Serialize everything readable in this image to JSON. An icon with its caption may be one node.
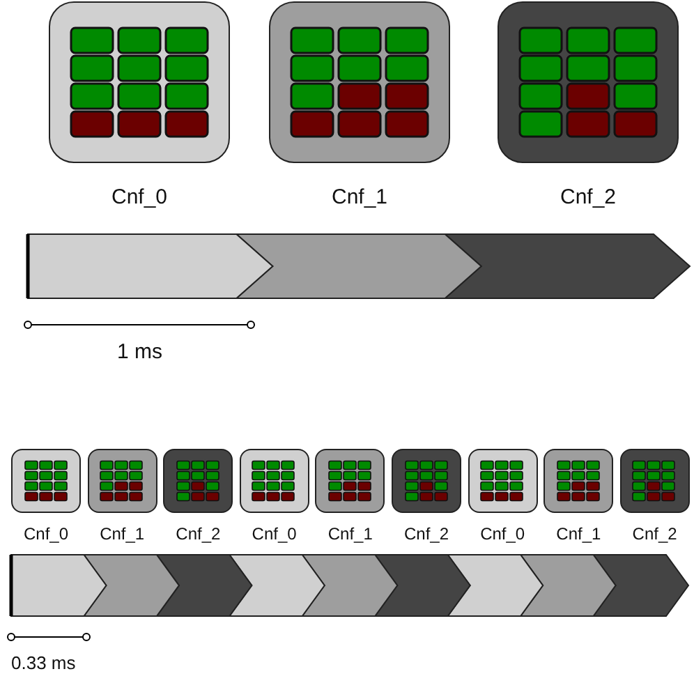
{
  "diagram": {
    "nodes": [
      {
        "text": [
          "Cnf_0"
        ]
      },
      {
        "text": [
          "Cnf_1"
        ]
      },
      {
        "text": [
          "Cnf_2"
        ]
      },
      {
        "text": [
          "Cnf_0"
        ]
      },
      {
        "text": [
          "Cnf_1"
        ]
      },
      {
        "text": [
          "Cnf_2"
        ]
      },
      {
        "text": [
          "Cnf_0"
        ]
      },
      {
        "text": [
          "Cnf_1"
        ]
      },
      {
        "text": [
          "Cnf_2"
        ]
      },
      {
        "text": [
          "Cnf_0"
        ]
      },
      {
        "text": [
          "Cnf_1"
        ]
      },
      {
        "text": [
          "Cnf_2"
        ]
      }
    ],
    "labels": [
      "1 ms",
      "0.33 ms"
    ]
  }
}
